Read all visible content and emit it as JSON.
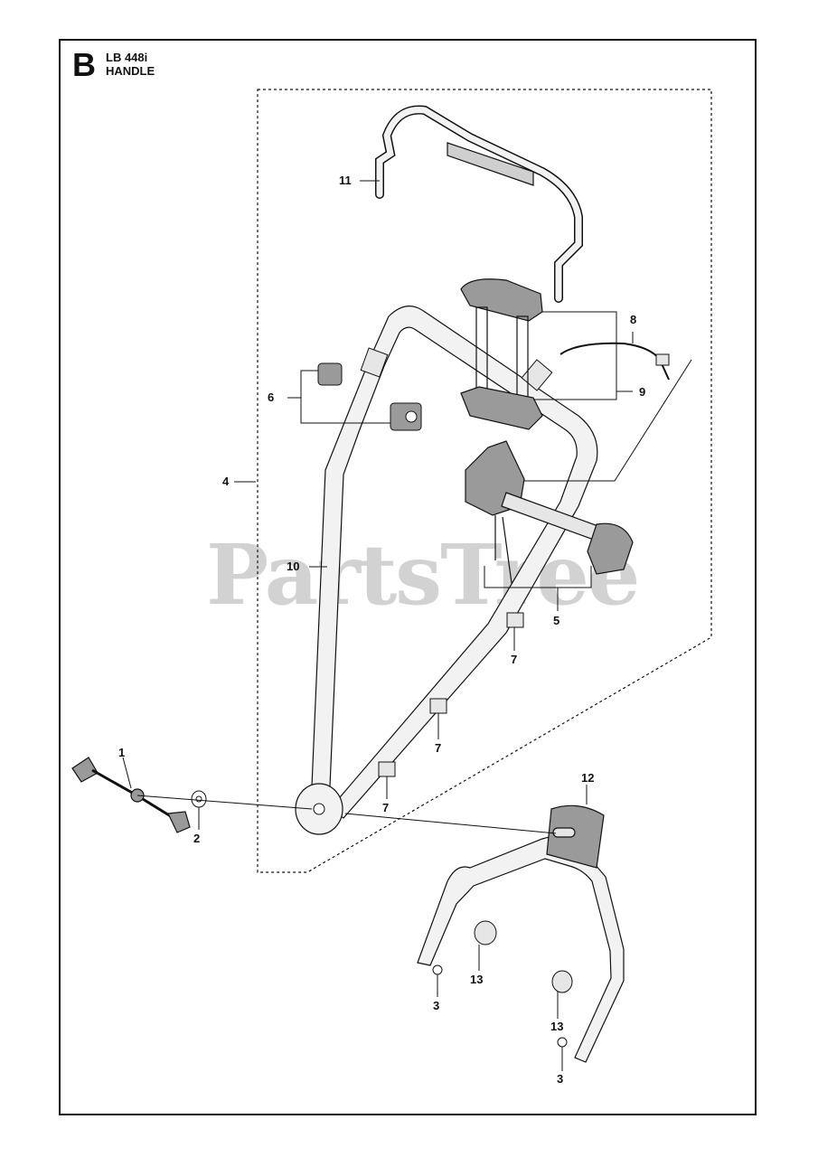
{
  "header": {
    "section_letter": "B",
    "model": "LB 448i",
    "title": "HANDLE"
  },
  "watermark": "PartsTree",
  "callouts": {
    "c1": "1",
    "c2": "2",
    "c3a": "3",
    "c3b": "3",
    "c4": "4",
    "c5": "5",
    "c6": "6",
    "c7a": "7",
    "c7b": "7",
    "c7c": "7",
    "c8": "8",
    "c9": "9",
    "c10": "10",
    "c11": "11",
    "c12": "12",
    "c13a": "13",
    "c13b": "13"
  },
  "colors": {
    "line": "#111111",
    "fill_part": "#e6e6e6",
    "fill_dark": "#9a9a9a",
    "watermark": "#d2d2d2"
  }
}
